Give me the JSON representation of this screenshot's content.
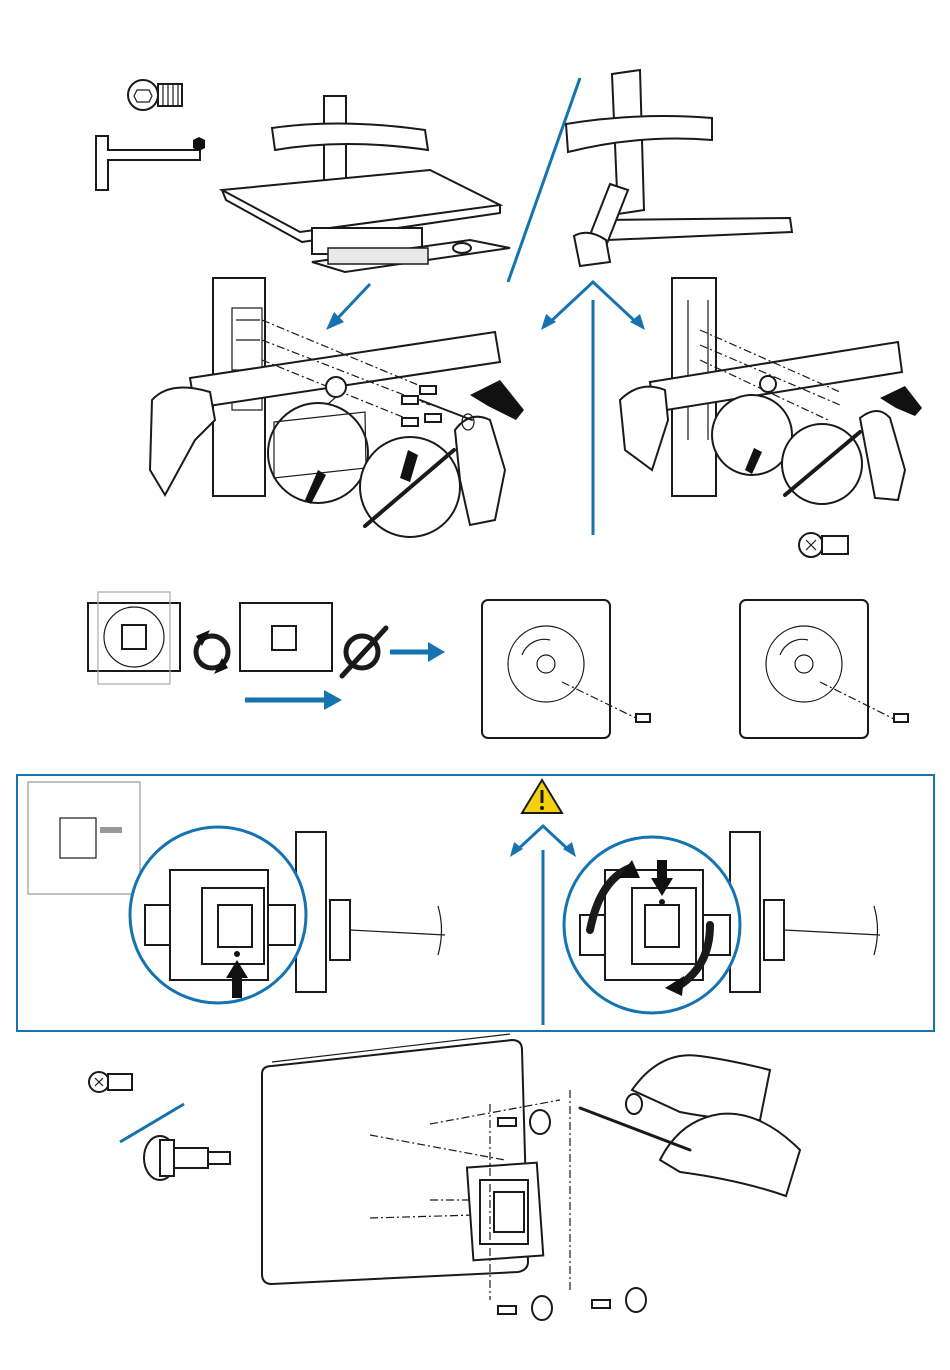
{
  "colors": {
    "accent_blue": "#1573b0",
    "warning_yellow": "#f5d00f",
    "ink": "#1a1a1a"
  },
  "icons": {
    "warning": "warning-triangle-icon",
    "screw": "screw-icon",
    "hex_key": "hex-key-icon",
    "rotate": "rotate-icon",
    "no_rotate": "no-rotate-icon"
  },
  "panels": {
    "step1": "mount-bar-install",
    "step2": "vesa-plate-orientation",
    "step3": "vesa-tilt-check",
    "step4": "monitor-attach"
  }
}
